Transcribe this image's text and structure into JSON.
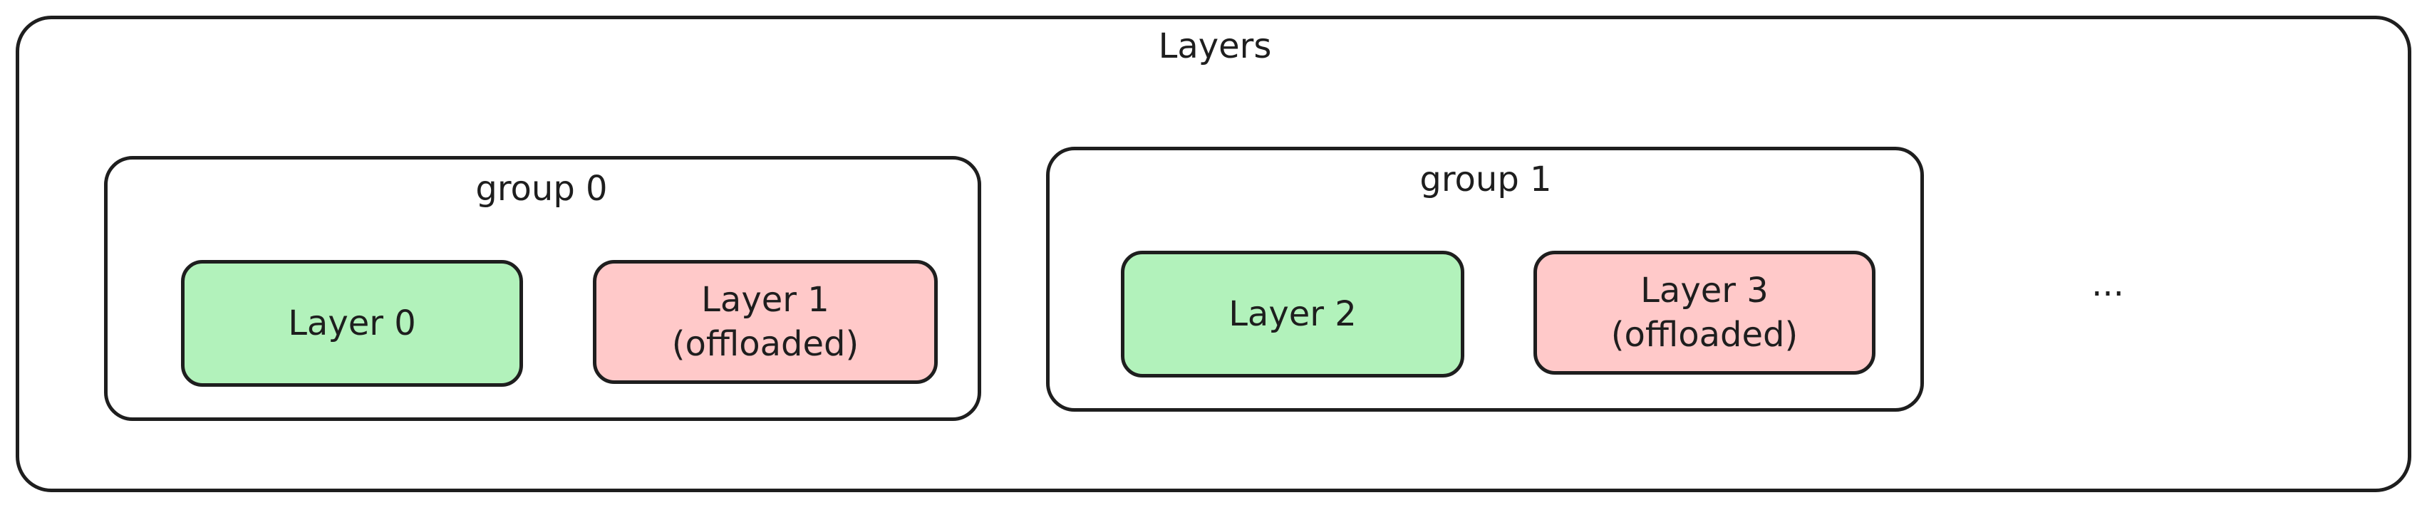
{
  "title": "Layers",
  "colors": {
    "resident": "#b2f2bb",
    "offloaded": "#ffc9c9",
    "stroke": "#1e1e1e"
  },
  "groups": [
    {
      "title": "group 0",
      "layers": [
        {
          "label": "Layer 0",
          "state": "resident"
        },
        {
          "label": "Layer 1",
          "note": "(offloaded)",
          "state": "offloaded"
        }
      ]
    },
    {
      "title": "group 1",
      "layers": [
        {
          "label": "Layer 2",
          "state": "resident"
        },
        {
          "label": "Layer 3",
          "note": "(offloaded)",
          "state": "offloaded"
        }
      ]
    }
  ],
  "ellipsis": "..."
}
